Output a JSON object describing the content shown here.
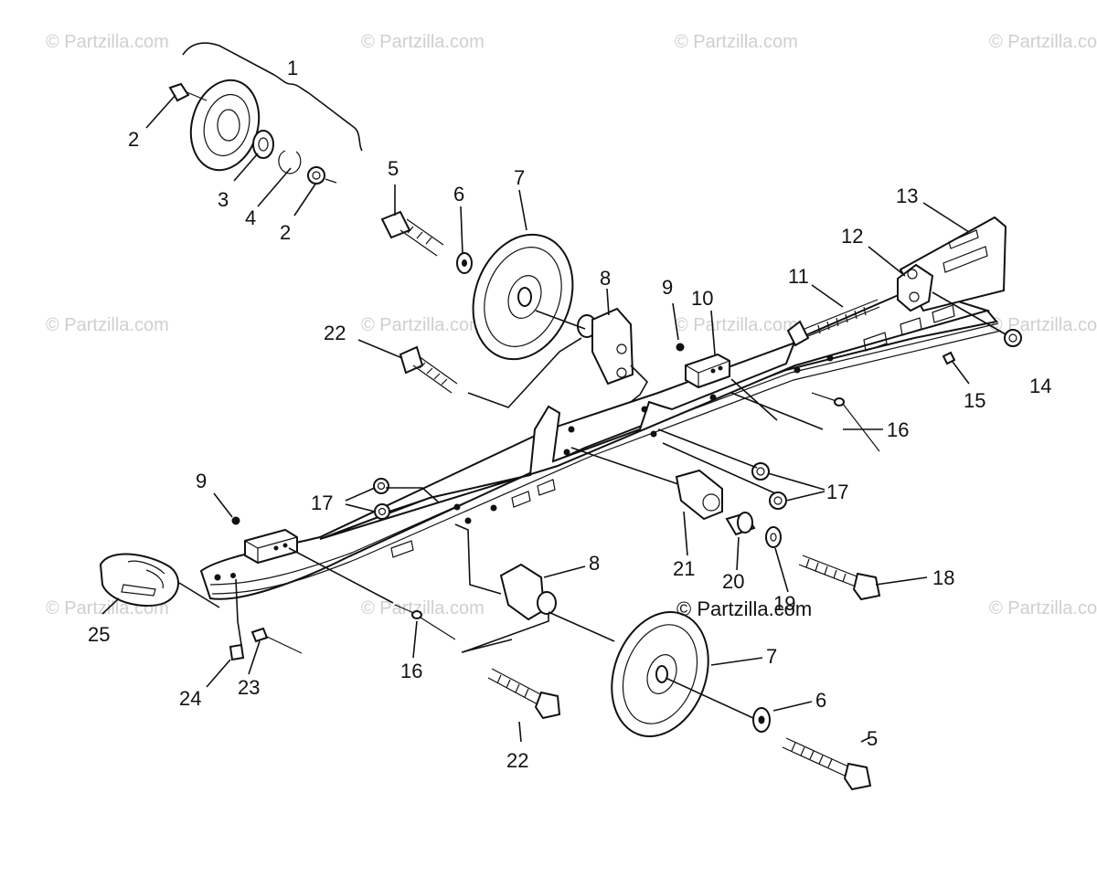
{
  "watermark_text": "© Partzilla.com",
  "center_watermark": "© Partzilla.com",
  "callouts": {
    "c1": "1",
    "c2a": "2",
    "c2b": "2",
    "c3": "3",
    "c4": "4",
    "c5a": "5",
    "c5b": "5",
    "c6a": "6",
    "c6b": "6",
    "c7a": "7",
    "c7b": "7",
    "c8a": "8",
    "c8b": "8",
    "c9a": "9",
    "c9b": "9",
    "c10": "10",
    "c11": "11",
    "c12": "12",
    "c13": "13",
    "c14": "14",
    "c15": "15",
    "c16a": "16",
    "c16b": "16",
    "c17a": "17",
    "c17b": "17",
    "c18": "18",
    "c19": "19",
    "c20": "20",
    "c21": "21",
    "c22a": "22",
    "c22b": "22",
    "c23": "23",
    "c24": "24",
    "c25": "25"
  }
}
